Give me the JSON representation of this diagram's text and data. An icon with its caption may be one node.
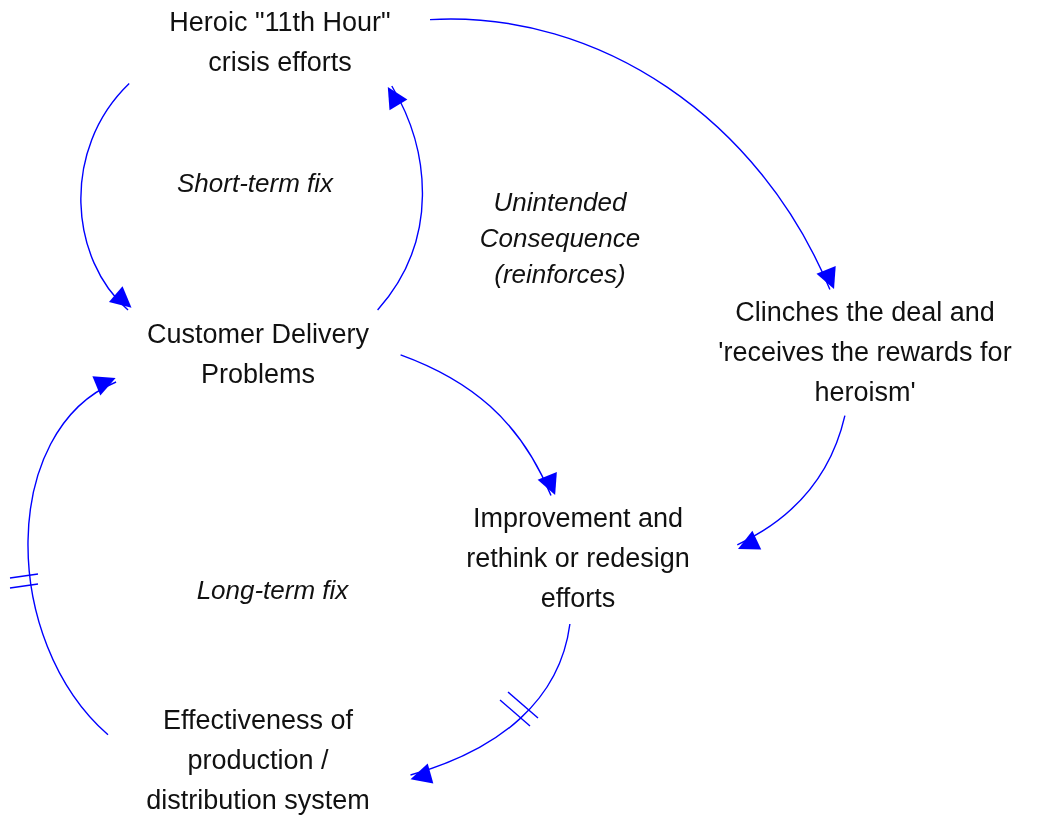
{
  "diagram": {
    "nodes": [
      {
        "text": [
          "Heroic \"11th Hour\" crisis efforts"
        ]
      },
      {
        "text": [
          "Customer Delivery Problems"
        ]
      },
      {
        "text": [
          "Clinches the deal and 'receives the rewards for heroism'"
        ]
      },
      {
        "text": [
          "Improvement and rethink or redesign efforts"
        ]
      },
      {
        "text": [
          "Effectiveness of production / distribution system"
        ]
      }
    ],
    "edges": [
      {
        "from": 0,
        "to": 1,
        "arrow": "to"
      },
      {
        "from": 1,
        "to": 0,
        "arrow": "to"
      },
      {
        "from": 0,
        "to": 2,
        "arrow": "to"
      },
      {
        "from": 1,
        "to": 3,
        "arrow": "to"
      },
      {
        "from": 2,
        "to": 3,
        "arrow": "to"
      },
      {
        "from": 3,
        "to": 4,
        "arrow": "to"
      },
      {
        "from": 4,
        "to": 1,
        "arrow": "to"
      }
    ],
    "labels": [
      "Short-term fix",
      "Unintended Consequence (reinforces)",
      "Long-term fix"
    ]
  }
}
